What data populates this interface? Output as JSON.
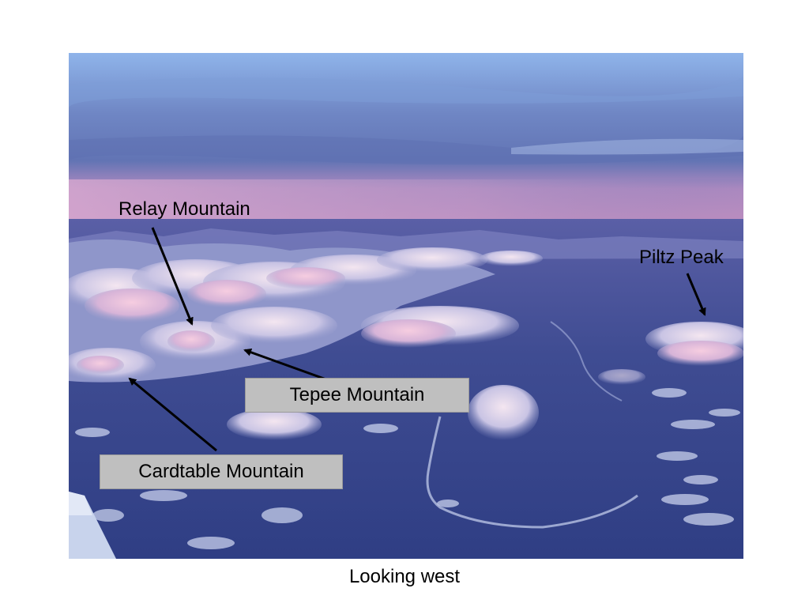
{
  "labels": {
    "relay": "Relay Mountain",
    "piltz": "Piltz Peak",
    "tepee": "Tepee Mountain",
    "cardtable": "Cardtable Mountain"
  },
  "caption": "Looking west"
}
